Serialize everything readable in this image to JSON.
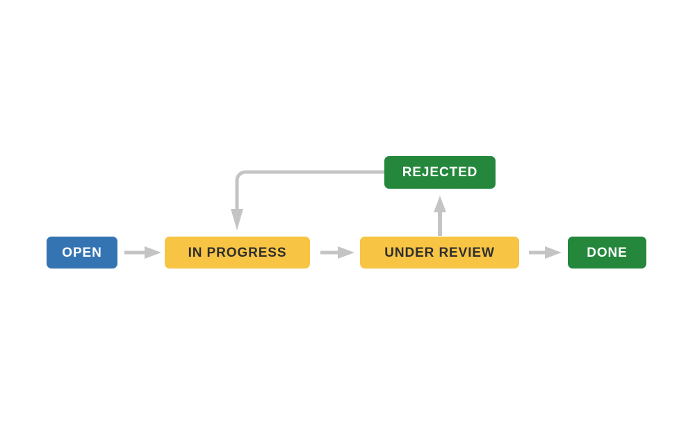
{
  "diagram": {
    "type": "workflow-state-diagram",
    "background_color": "#FFFFFF",
    "connector_color": "#C4C4C4",
    "nodes": [
      {
        "id": "open",
        "label": "OPEN",
        "color": "#3574B2",
        "text_color": "#FFFFFF"
      },
      {
        "id": "in_progress",
        "label": "IN PROGRESS",
        "color": "#F7C444",
        "text_color": "#2E2E2E"
      },
      {
        "id": "under_review",
        "label": "UNDER REVIEW",
        "color": "#F7C444",
        "text_color": "#2E2E2E"
      },
      {
        "id": "done",
        "label": "DONE",
        "color": "#24873C",
        "text_color": "#FFFFFF"
      },
      {
        "id": "rejected",
        "label": "REJECTED",
        "color": "#24873C",
        "text_color": "#FFFFFF"
      }
    ],
    "edges": [
      {
        "id": "open-to-in-progress",
        "from": "OPEN",
        "to": "IN PROGRESS",
        "direction": "right"
      },
      {
        "id": "in-progress-to-under-review",
        "from": "IN PROGRESS",
        "to": "UNDER REVIEW",
        "direction": "right"
      },
      {
        "id": "under-review-to-done",
        "from": "UNDER REVIEW",
        "to": "DONE",
        "direction": "right"
      },
      {
        "id": "under-review-to-rejected",
        "from": "UNDER REVIEW",
        "to": "REJECTED",
        "direction": "up"
      },
      {
        "id": "rejected-to-in-progress",
        "from": "REJECTED",
        "to": "IN PROGRESS",
        "direction": "elbow-left-down"
      }
    ]
  }
}
